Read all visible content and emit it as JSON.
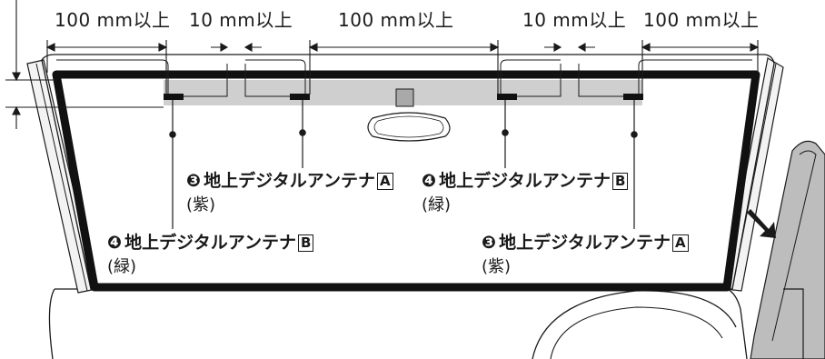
{
  "dimensions": {
    "d1": "100 mm以上",
    "d2": "10 mm以上",
    "d3": "100 mm以上",
    "d4": "10 mm以上",
    "d5": "100 mm以上"
  },
  "labels": [
    {
      "badge": "❸",
      "text": "地上デジタルアンテナ",
      "boxed": "A",
      "sub": "(紫)"
    },
    {
      "badge": "❹",
      "text": "地上デジタルアンテナ",
      "boxed": "B",
      "sub": "(緑)"
    },
    {
      "badge": "❹",
      "text": "地上デジタルアンテナ",
      "boxed": "B",
      "sub": "(緑)"
    },
    {
      "badge": "❸",
      "text": "地上デジタルアンテナ",
      "boxed": "A",
      "sub": "(紫)"
    }
  ],
  "colors": {
    "line": "#1a1a1a",
    "film_area": "#cfcfcf",
    "frame": "#111111",
    "pillar": "#b8b8b8"
  }
}
